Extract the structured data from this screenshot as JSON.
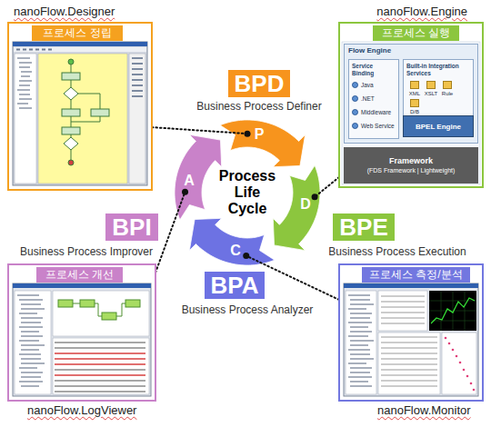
{
  "diagram": {
    "nodes": [
      {
        "text": [
          "nanoFlow.Designer"
        ]
      },
      {
        "text": [
          "프로세스 정립"
        ],
        "in": 0
      },
      {
        "text": [
          "nanoFlow.Engine"
        ]
      },
      {
        "text": [
          "프로세스 실행"
        ],
        "in": 2
      },
      {
        "text": [
          "Flow Engine"
        ],
        "in": 2
      },
      {
        "text": [
          "Service Binding",
          "Java",
          ".NET",
          "Middleware",
          "Web Service"
        ],
        "in": 4
      },
      {
        "text": [
          "Built-in Integration Services",
          "XML",
          "XSLT",
          "Rule",
          "D/B"
        ],
        "in": 4
      },
      {
        "text": [
          "BPEL Engine"
        ],
        "in": 4
      },
      {
        "text": [
          "Framework",
          "(FDS Framework | Lightweight)"
        ],
        "in": 2
      },
      {
        "text": [
          "BPD"
        ]
      },
      {
        "text": [
          "P"
        ]
      },
      {
        "text": [
          "A"
        ]
      },
      {
        "text": [
          "D"
        ]
      },
      {
        "text": [
          "BPI"
        ]
      },
      {
        "text": [
          "BPE"
        ]
      },
      {
        "text": [
          "C"
        ]
      },
      {
        "text": [
          "BPA"
        ]
      },
      {
        "text": [
          "nanoFlow.LogViewer"
        ]
      },
      {
        "text": [
          "프로세스 개선"
        ],
        "in": 17
      },
      {
        "text": [
          "nanoFlow.Monitor"
        ]
      },
      {
        "text": [
          "프로세스 측정/분석"
        ],
        "in": 19
      }
    ],
    "edges": [
      {
        "from": 0,
        "to": 10,
        "arrow": "none"
      },
      {
        "from": 2,
        "to": 12,
        "arrow": "none"
      },
      {
        "from": 17,
        "to": 11,
        "arrow": "none"
      },
      {
        "from": 19,
        "to": 15,
        "arrow": "none"
      }
    ],
    "labels": [
      "Business Process Definer",
      "Process Life Cycle",
      "Business Process Improver",
      "Business Process Execution",
      "Business Process Analyzer"
    ]
  }
}
